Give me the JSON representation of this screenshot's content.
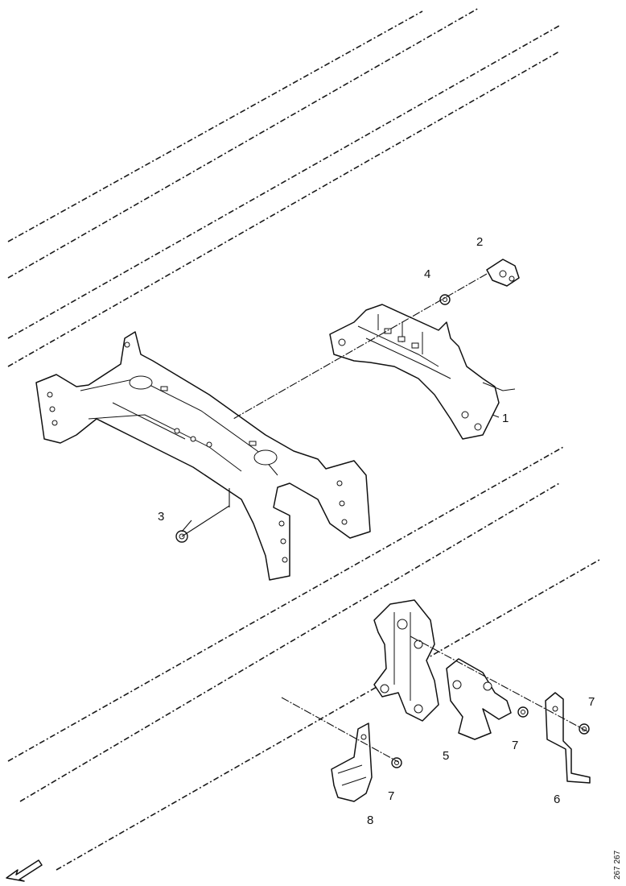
{
  "figure": {
    "reference": "267 267",
    "callouts": {
      "c1": "1",
      "c2": "2",
      "c3": "3",
      "c4": "4",
      "c5": "5",
      "c6": "6",
      "c7a": "7",
      "c7b": "7",
      "c7c": "7",
      "c8": "8"
    },
    "icons": {
      "front_arrow": "direction-arrow-icon"
    }
  }
}
